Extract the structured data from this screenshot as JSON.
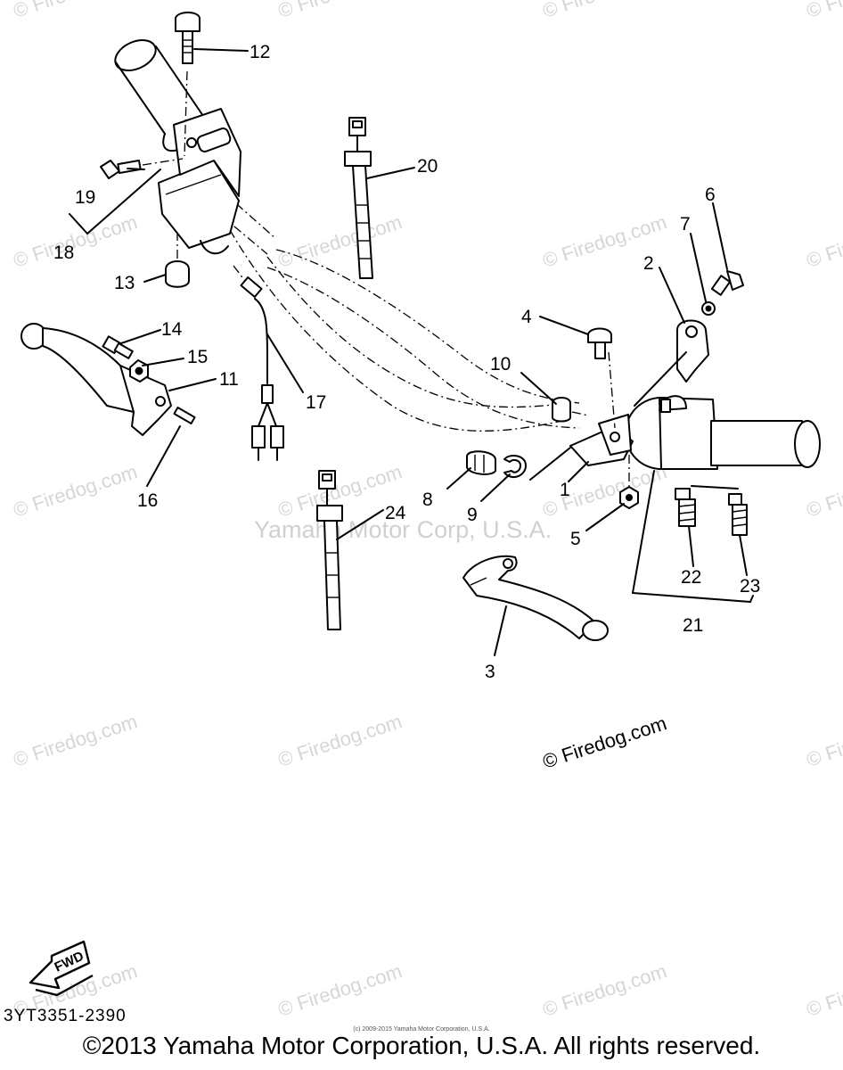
{
  "watermark": {
    "site": "© Firedog.com",
    "center": "Yamaha Motor Corp, U.S.A."
  },
  "callouts": {
    "c1": "1",
    "c2": "2",
    "c3": "3",
    "c4": "4",
    "c5": "5",
    "c6": "6",
    "c7": "7",
    "c8": "8",
    "c9": "9",
    "c10": "10",
    "c11": "11",
    "c12": "12",
    "c13": "13",
    "c14": "14",
    "c15": "15",
    "c16": "16",
    "c17": "17",
    "c18": "18",
    "c19": "19",
    "c20": "20",
    "c21": "21",
    "c22": "22",
    "c23": "23",
    "c24": "24"
  },
  "fwd_label": "FWD",
  "drawing_code": "3YT3351-2390",
  "small_copyright": "(c) 2009-2015 Yamaha Motor Corporation, U.S.A.",
  "copyright": "©2013 Yamaha Motor Corporation, U.S.A. All rights reserved."
}
